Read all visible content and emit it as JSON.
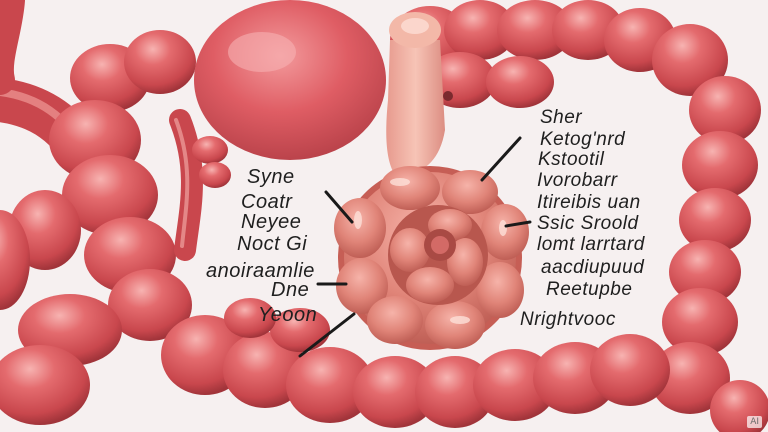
{
  "labels_left": [
    "Syne",
    "Coatr",
    "Neyee",
    "Noct Gi",
    "anoiraamlie",
    "Dne",
    "Yeoon"
  ],
  "labels_right": [
    "Sher",
    "Ketog'nrd",
    "Kstootil",
    "Ivorobarr",
    "Itireibis uan",
    "Ssic Sroold",
    "lomt larrtard",
    "aacdiupuud",
    "Reetupbe",
    "Nrightvooc"
  ],
  "watermark": "AI",
  "colors": {
    "background": "#f6f0f0",
    "intestine": "#d9585c",
    "intestine_dark": "#a8363c",
    "highlight": "#f4a9a8",
    "stomach": "#e0646a",
    "esophagus": "#f2b0a3",
    "label_text": "#1f1f1f",
    "leader_line": "#1a1a1a"
  }
}
